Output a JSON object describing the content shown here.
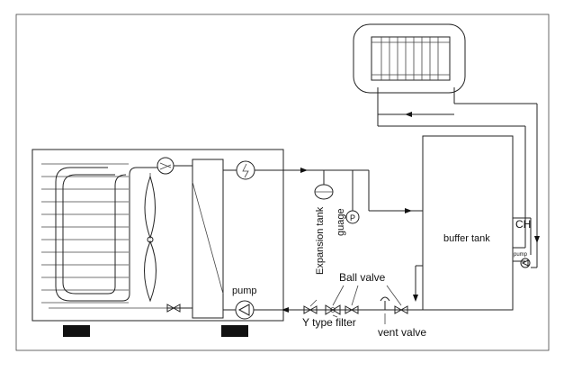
{
  "labels": {
    "buffer_tank": "buffer tank",
    "ch": "CH",
    "pump_small": "pump",
    "expansion_tank": "Expansion tank",
    "guage": "guage",
    "gauge_symbol": "P",
    "ball_valve": "Ball valve",
    "pump": "pump",
    "y_type_filter": "Y type filter",
    "vent_valve": "vent valve"
  },
  "colors": {
    "line": "#222222",
    "background": "#ffffff",
    "foot": "#111111"
  }
}
